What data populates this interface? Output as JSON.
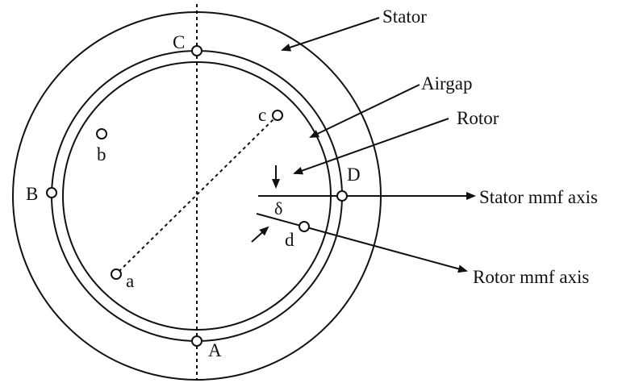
{
  "labels": {
    "stator": "Stator",
    "airgap": "Airgap",
    "rotor": "Rotor",
    "stator_mmf_axis": "Stator mmf axis",
    "rotor_mmf_axis": "Rotor mmf axis",
    "delta": "δ"
  },
  "stator_terminals": [
    "A",
    "B",
    "C",
    "D"
  ],
  "rotor_terminals": [
    "a",
    "b",
    "c",
    "d"
  ],
  "colors": {
    "stroke": "#111111",
    "background": "#ffffff"
  }
}
